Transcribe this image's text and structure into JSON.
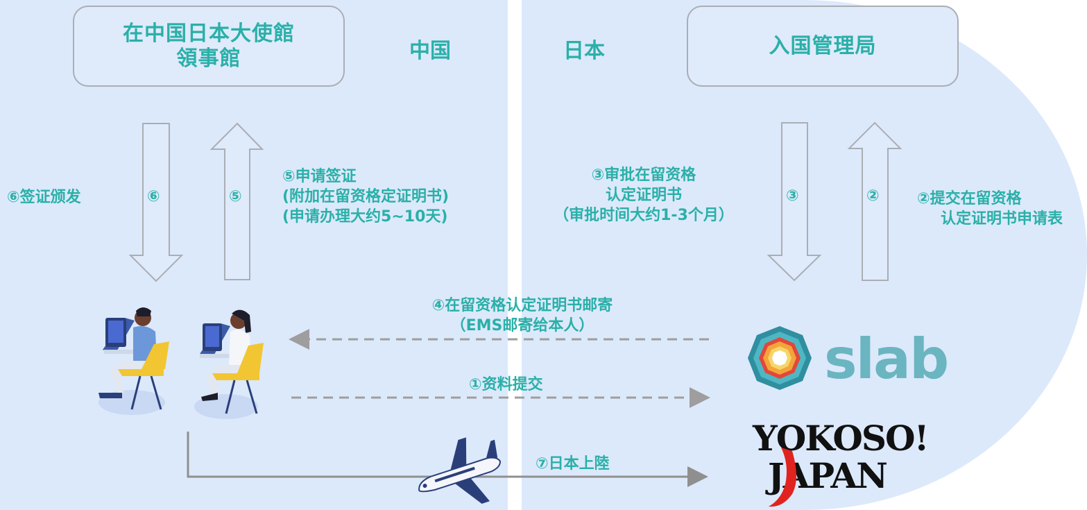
{
  "countries": {
    "left": "中国",
    "right": "日本"
  },
  "boxes": {
    "embassy_line1": "在中国日本大使館",
    "embassy_line2": "領事館",
    "immigration": "入国管理局"
  },
  "steps": {
    "s6_label": "⑥签证颁发",
    "s6_arrow": "⑥",
    "s5_arrow": "⑤",
    "s5_line1": "⑤申请签证",
    "s5_line2": "(附加在留资格定证明书)",
    "s5_line3": "(申请办理大约5~10天)",
    "s3_line1": "③审批在留资格",
    "s3_line2": "认定证明书",
    "s3_line3": "（审批时间大约1-3个月）",
    "s3_arrow": "③",
    "s2_arrow": "②",
    "s2_line1": "②提交在留资格",
    "s2_line2": "认定证明书申请表",
    "s4_line1": "④在留资格认定证明书邮寄",
    "s4_line2": "（EMS邮寄给本人）",
    "s1_label": "①资料提交",
    "s7_label": "⑦日本上陸"
  },
  "logos": {
    "slab": "slab",
    "yokoso_line1": "YOKOSO!",
    "yokoso_line2": "JAPAN"
  },
  "colors": {
    "accent": "#2ab0a8",
    "panel": "#dce9fb",
    "border": "#a9aeb4",
    "dashed": "#9e9e9e"
  }
}
